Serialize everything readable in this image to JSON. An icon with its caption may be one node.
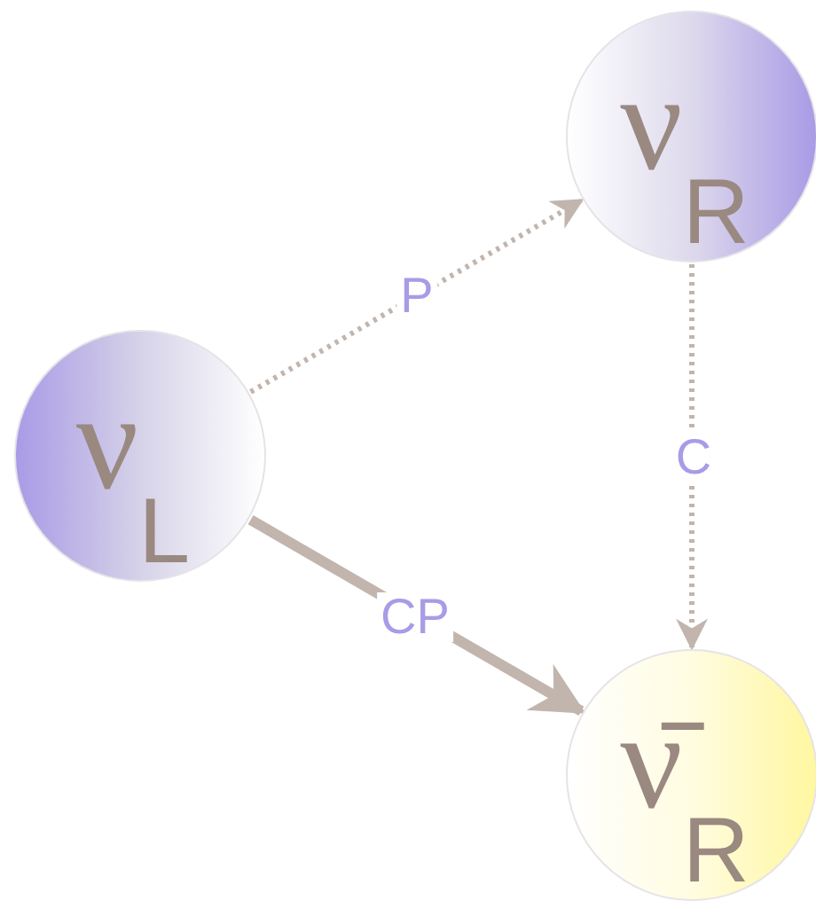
{
  "diagram": {
    "nodes": [
      {
        "text": [
          "ν$_{R}$"
        ]
      },
      {
        "text": [
          "ν$_{L}$"
        ]
      },
      {
        "text": [
          "ν̄$_{R}$"
        ]
      }
    ],
    "edges": [
      {
        "from": 1,
        "to": 0,
        "arrow": "to",
        "label": "P",
        "style": "dashed"
      },
      {
        "from": 0,
        "to": 2,
        "arrow": "to",
        "label": "C",
        "style": "dashed"
      },
      {
        "from": 1,
        "to": 2,
        "arrow": "to",
        "label": "CP",
        "style": "thick"
      }
    ]
  }
}
